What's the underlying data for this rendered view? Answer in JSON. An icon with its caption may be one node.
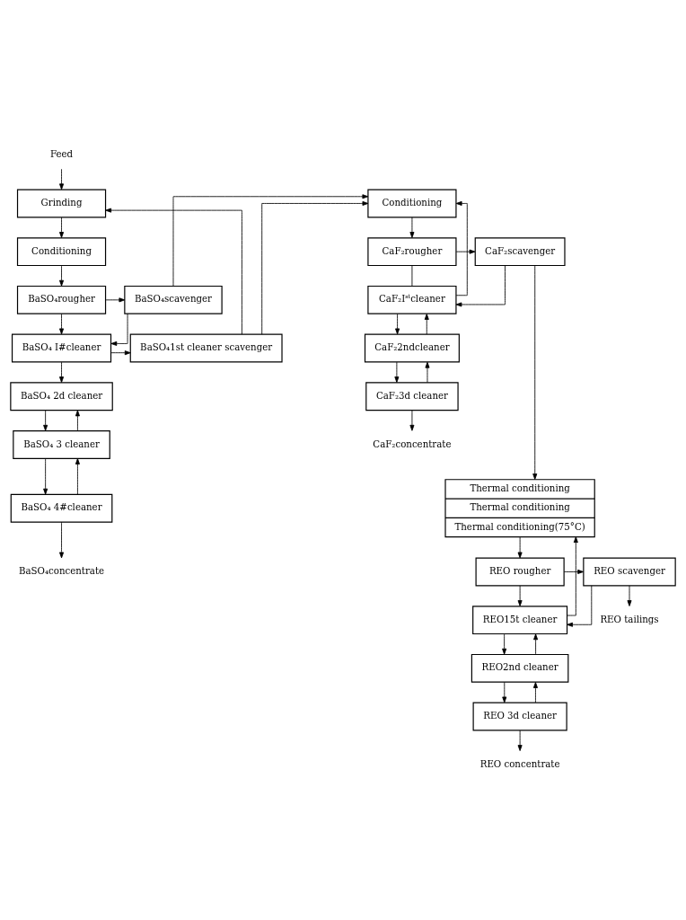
{
  "diagram": {
    "nodes": [
      {
        "text": [
          "Feed"
        ]
      },
      {
        "text": [
          "Grinding"
        ]
      },
      {
        "text": [
          "Conditioning"
        ]
      },
      {
        "text": [
          "BaSO₄rougher"
        ]
      },
      {
        "text": [
          "BaSO₄scavenger"
        ]
      },
      {
        "text": [
          "BaSO₄ I#cleaner"
        ]
      },
      {
        "text": [
          "BaSO₄1st cleaner scavenger"
        ]
      },
      {
        "text": [
          "BaSO₄ 2d cleaner"
        ]
      },
      {
        "text": [
          "BaSO₄ 3 cleaner"
        ]
      },
      {
        "text": [
          "BaSO₄ 4#cleaner"
        ]
      },
      {
        "text": [
          "BaSO₄concentrate"
        ]
      },
      {
        "text": [
          "Conditioning"
        ]
      },
      {
        "text": [
          "CaF₂rougher"
        ]
      },
      {
        "text": [
          "CaF₂scavenger"
        ]
      },
      {
        "text": [
          "CaF₂Iˢᵗcleaner"
        ]
      },
      {
        "text": [
          "CaF₂2ndcleaner"
        ]
      },
      {
        "text": [
          "CaF₂3d cleaner"
        ]
      },
      {
        "text": [
          "CaF₂concentrate"
        ]
      },
      {
        "text": [
          "Thermal conditioning",
          "Thermal conditioning",
          "Thermal conditioning(75°C)"
        ]
      },
      {
        "text": [
          "REO rougher"
        ]
      },
      {
        "text": [
          "REO scavenger"
        ]
      },
      {
        "text": [
          "REO15t cleaner"
        ]
      },
      {
        "text": [
          "REO2nd cleaner"
        ]
      },
      {
        "text": [
          "REO 3d cleaner"
        ]
      },
      {
        "text": [
          "REO concentrate"
        ]
      },
      {
        "text": [
          "REO tailings"
        ]
      }
    ],
    "edges": [
      {
        "from": 0,
        "to": 1,
        "arrow": "to"
      },
      {
        "from": 1,
        "to": 2,
        "arrow": "to"
      },
      {
        "from": 2,
        "to": 3,
        "arrow": "to"
      },
      {
        "from": 3,
        "to": 4,
        "arrow": "to"
      },
      {
        "from": 3,
        "to": 5,
        "arrow": "to"
      },
      {
        "from": 4,
        "to": 5,
        "arrow": "to"
      },
      {
        "from": 4,
        "to": 11,
        "arrow": "to"
      },
      {
        "from": 5,
        "to": 6,
        "arrow": "to"
      },
      {
        "from": 6,
        "to": 11,
        "arrow": "to"
      },
      {
        "from": 6,
        "to": 1,
        "arrow": "to"
      },
      {
        "from": 5,
        "to": 7,
        "arrow": "to"
      },
      {
        "from": 7,
        "to": 8,
        "arrow": "to"
      },
      {
        "from": 8,
        "to": 7,
        "arrow": "to"
      },
      {
        "from": 8,
        "to": 9,
        "arrow": "to"
      },
      {
        "from": 9,
        "to": 8,
        "arrow": "to"
      },
      {
        "from": 9,
        "to": 10,
        "arrow": "to"
      },
      {
        "from": 11,
        "to": 12,
        "arrow": "to"
      },
      {
        "from": 12,
        "to": 13,
        "arrow": "to"
      },
      {
        "from": 12,
        "to": 14,
        "arrow": "none"
      },
      {
        "from": 13,
        "to": 14,
        "arrow": "to"
      },
      {
        "from": 14,
        "to": 11,
        "arrow": "to"
      },
      {
        "from": 14,
        "to": 15,
        "arrow": "to"
      },
      {
        "from": 15,
        "to": 14,
        "arrow": "to"
      },
      {
        "from": 15,
        "to": 16,
        "arrow": "to"
      },
      {
        "from": 16,
        "to": 15,
        "arrow": "to"
      },
      {
        "from": 16,
        "to": 17,
        "arrow": "to"
      },
      {
        "from": 13,
        "to": 18,
        "arrow": "to"
      },
      {
        "from": 21,
        "to": 18,
        "arrow": "to"
      },
      {
        "from": 18,
        "to": 19,
        "arrow": "to"
      },
      {
        "from": 19,
        "to": 20,
        "arrow": "to"
      },
      {
        "from": 19,
        "to": 21,
        "arrow": "to"
      },
      {
        "from": 20,
        "to": 21,
        "arrow": "to"
      },
      {
        "from": 20,
        "to": 25,
        "arrow": "to"
      },
      {
        "from": 21,
        "to": 22,
        "arrow": "to"
      },
      {
        "from": 22,
        "to": 21,
        "arrow": "to"
      },
      {
        "from": 22,
        "to": 23,
        "arrow": "to"
      },
      {
        "from": 23,
        "to": 22,
        "arrow": "to"
      },
      {
        "from": 23,
        "to": 24,
        "arrow": "to"
      }
    ]
  }
}
